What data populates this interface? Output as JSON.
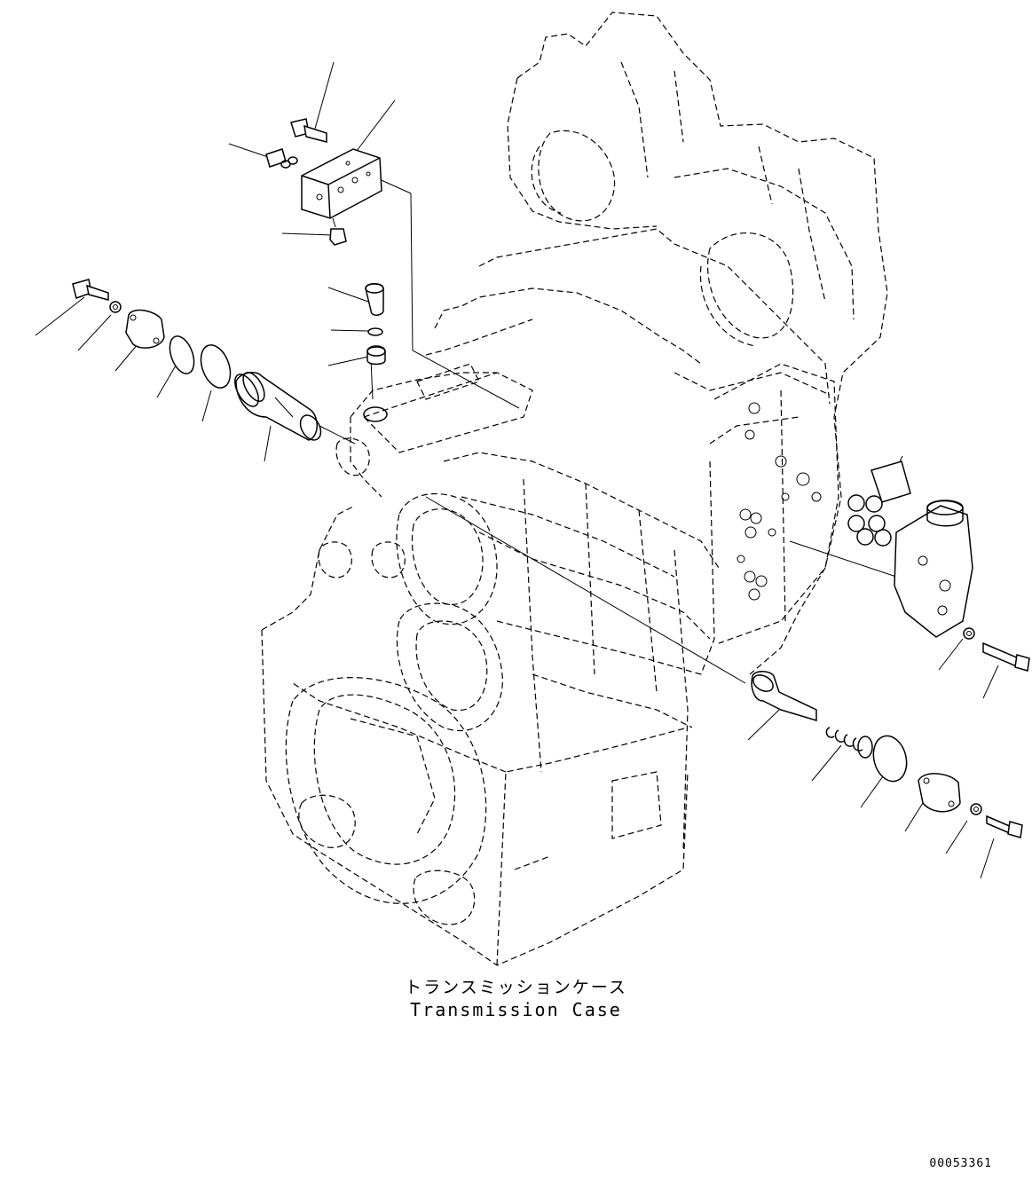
{
  "caption": {
    "japanese": "トランスミッションケース",
    "english": "Transmission Case"
  },
  "document_id": "00053361"
}
